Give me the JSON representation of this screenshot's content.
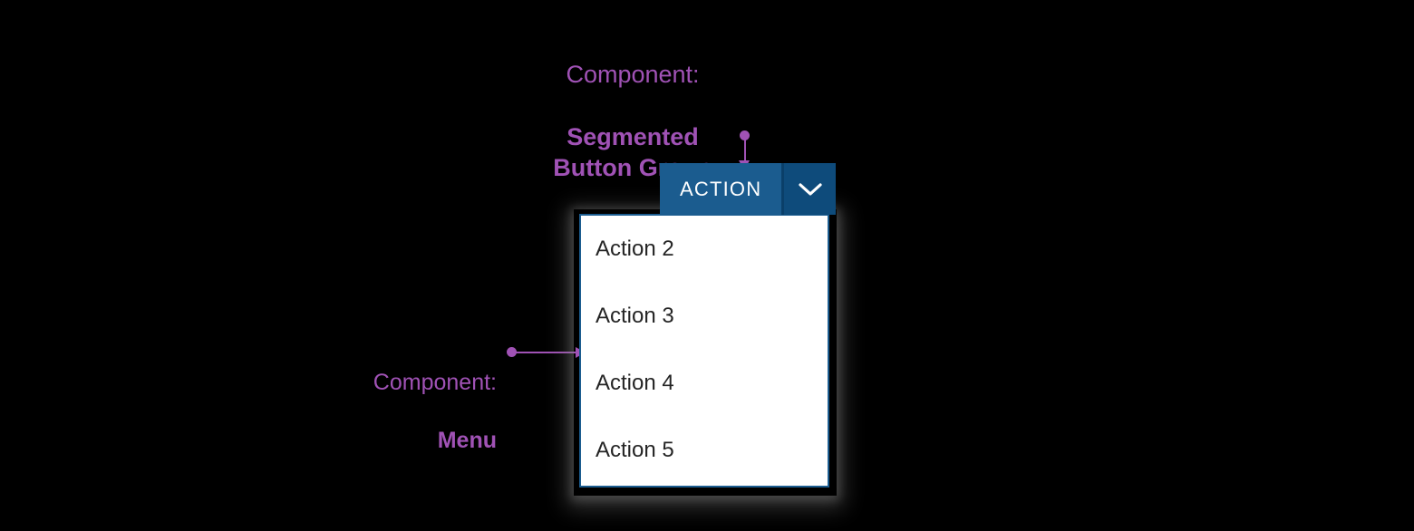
{
  "annotations": [
    {
      "name": "segmented-button-group",
      "line1": "Component:",
      "line2": "Segmented\nButton Group",
      "color": "#a052b5"
    },
    {
      "name": "menu",
      "line1": "Component:",
      "line2": "Menu",
      "color": "#a052b5"
    }
  ],
  "segmented_button_group": {
    "primary_label": "ACTION",
    "toggle_icon": "chevron-down-icon",
    "primary_color": "#1b5c8f",
    "toggle_color": "#0e4b7b",
    "divider_color": "#0a3f69",
    "label_color": "#ffffff"
  },
  "menu": {
    "border_color": "#1b5c8f",
    "background": "#ffffff",
    "text_color": "#252525",
    "items": [
      {
        "label": "Action 2"
      },
      {
        "label": "Action 3"
      },
      {
        "label": "Action 4"
      },
      {
        "label": "Action 5"
      }
    ]
  },
  "canvas": {
    "background": "#000000"
  }
}
